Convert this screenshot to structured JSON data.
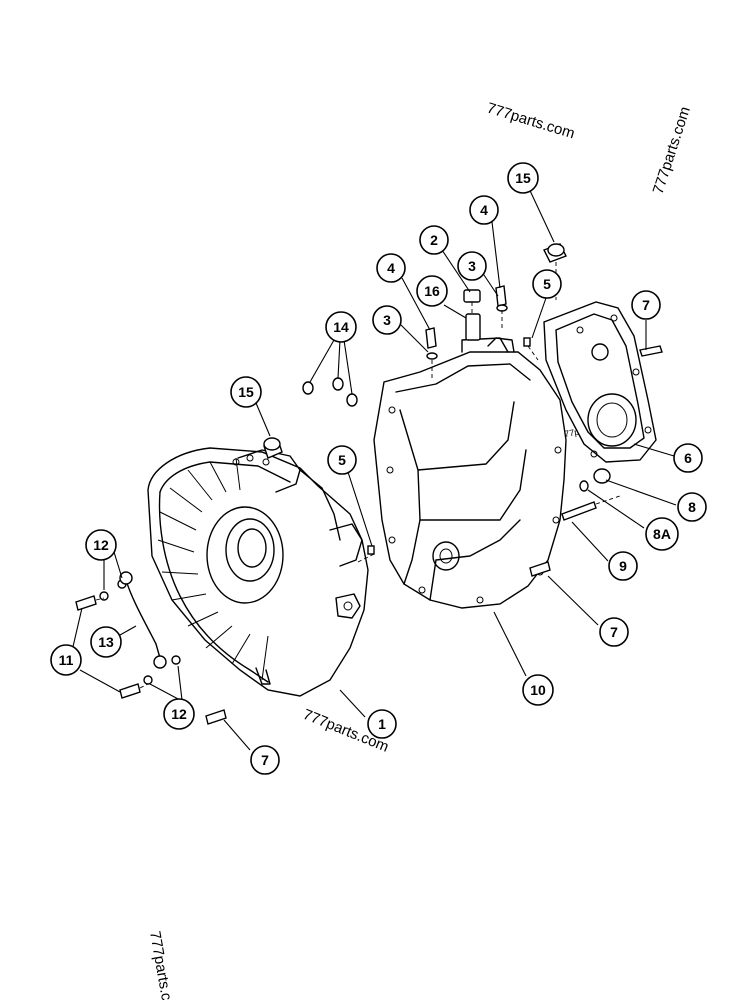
{
  "watermarks": [
    "777parts.com",
    "777parts.com",
    "777parts.com",
    "777parts.c",
    "777parts.com"
  ],
  "callouts": [
    {
      "label": "1"
    },
    {
      "label": "2"
    },
    {
      "label": "3"
    },
    {
      "label": "3"
    },
    {
      "label": "4"
    },
    {
      "label": "4"
    },
    {
      "label": "5"
    },
    {
      "label": "5"
    },
    {
      "label": "6"
    },
    {
      "label": "7"
    },
    {
      "label": "7"
    },
    {
      "label": "7"
    },
    {
      "label": "8"
    },
    {
      "label": "8A"
    },
    {
      "label": "9"
    },
    {
      "label": "10"
    },
    {
      "label": "11"
    },
    {
      "label": "12"
    },
    {
      "label": "12"
    },
    {
      "label": "13"
    },
    {
      "label": "14"
    },
    {
      "label": "15"
    },
    {
      "label": "15"
    },
    {
      "label": "16"
    }
  ]
}
